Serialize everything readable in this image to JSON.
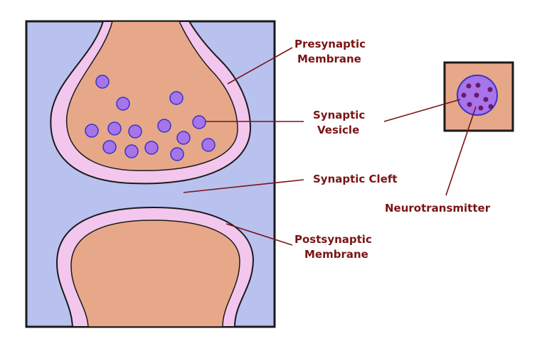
{
  "colors": {
    "background_fluid": "#b9c1ef",
    "cytoplasm": "#e7a88a",
    "membrane": "#f3c6ee",
    "outline": "#1a1a1a",
    "vesicle_fill": "#a874ea",
    "vesicle_stroke": "#3535c8",
    "neurotransmitter": "#6a1a6a",
    "label_text": "#7a1414",
    "leader_line": "#7a1414"
  },
  "labels": {
    "presynaptic_line1": "Presynaptic",
    "presynaptic_line2": "Membrane",
    "vesicle_line1": "Synaptic",
    "vesicle_line2": "Vesicle",
    "cleft": "Synaptic Cleft",
    "postsynaptic_line1": "Postsynaptic",
    "postsynaptic_line2": "Membrane",
    "neurotransmitter": "Neurotransmitter"
  },
  "icons": {
    "presynaptic_terminal": "presynaptic-terminal-shape",
    "postsynaptic_terminal": "postsynaptic-terminal-shape",
    "vesicle": "vesicle-circle",
    "vesicle_zoom": "vesicle-zoom-inset"
  }
}
